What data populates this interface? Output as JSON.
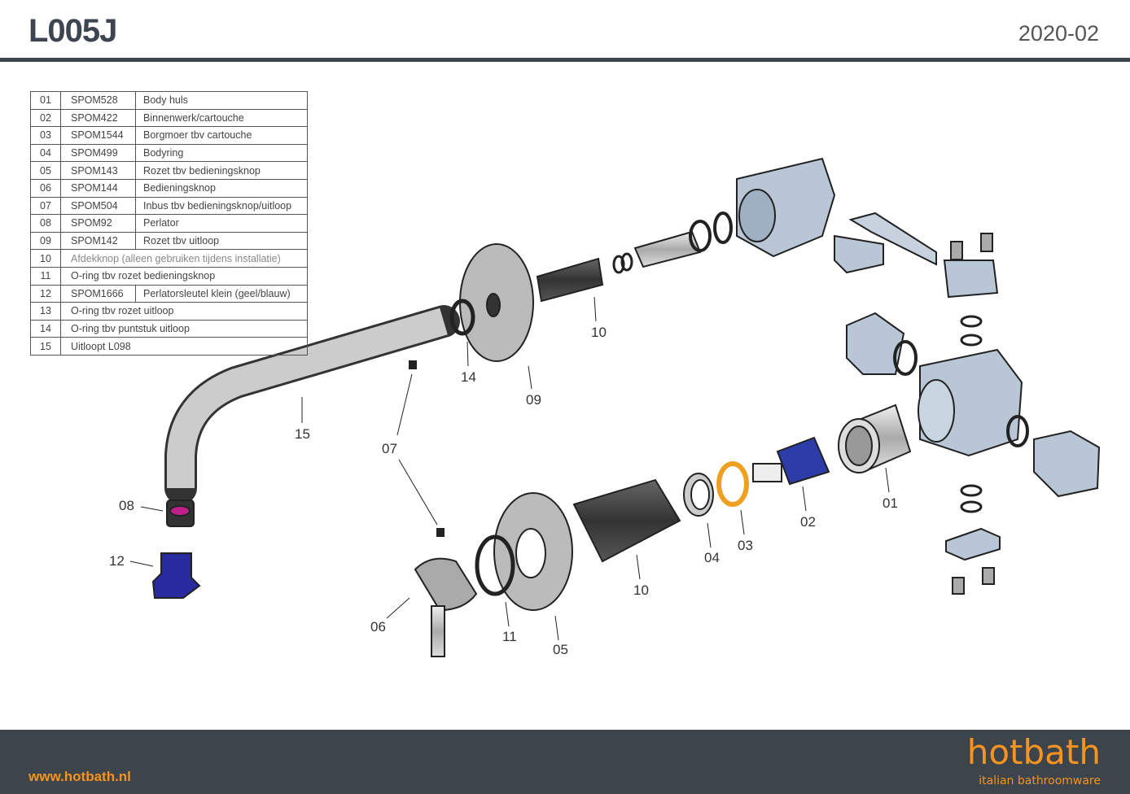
{
  "header": {
    "title": "L005J",
    "date": "2020-02"
  },
  "parts": [
    {
      "no": "01",
      "code": "SPOM528",
      "desc": "Body huls"
    },
    {
      "no": "02",
      "code": "SPOM422",
      "desc": "Binnenwerk/cartouche"
    },
    {
      "no": "03",
      "code": "SPOM1544",
      "desc": "Borgmoer tbv cartouche"
    },
    {
      "no": "04",
      "code": "SPOM499",
      "desc": "Bodyring"
    },
    {
      "no": "05",
      "code": "SPOM143",
      "desc": "Rozet tbv bedieningsknop"
    },
    {
      "no": "06",
      "code": "SPOM144",
      "desc": "Bedieningsknop"
    },
    {
      "no": "07",
      "code": "SPOM504",
      "desc": "Inbus tbv bedieningsknop/uitloop"
    },
    {
      "no": "08",
      "code": "SPOM92",
      "desc": "Perlator"
    },
    {
      "no": "09",
      "code": "SPOM142",
      "desc": "Rozet tbv uitloop"
    },
    {
      "no": "10",
      "desc": "Afdekknop (alleen gebruiken tijdens installatie)"
    },
    {
      "no": "11",
      "desc": "O-ring tbv rozet bedieningsknop"
    },
    {
      "no": "12",
      "code": "SPOM1666",
      "desc": "Perlatorsleutel klein (geel/blauw)"
    },
    {
      "no": "13",
      "desc": "O-ring tbv rozet uitloop"
    },
    {
      "no": "14",
      "desc": "O-ring tbv puntstuk uitloop"
    },
    {
      "no": "15",
      "desc": "Uitloopt L098"
    }
  ],
  "callouts": {
    "c10a": "10",
    "c14": "14",
    "c09": "09",
    "c15": "15",
    "c07": "07",
    "c08": "08",
    "c12": "12",
    "c06": "06",
    "c11": "11",
    "c05": "05",
    "c10b": "10",
    "c04": "04",
    "c03": "03",
    "c02": "02",
    "c01": "01"
  },
  "footer": {
    "website": "www.hotbath.nl",
    "brand": "hotbath",
    "tagline": "italian bathroomware"
  },
  "colors": {
    "brand": "#f7931e",
    "dark": "#3c444c"
  }
}
